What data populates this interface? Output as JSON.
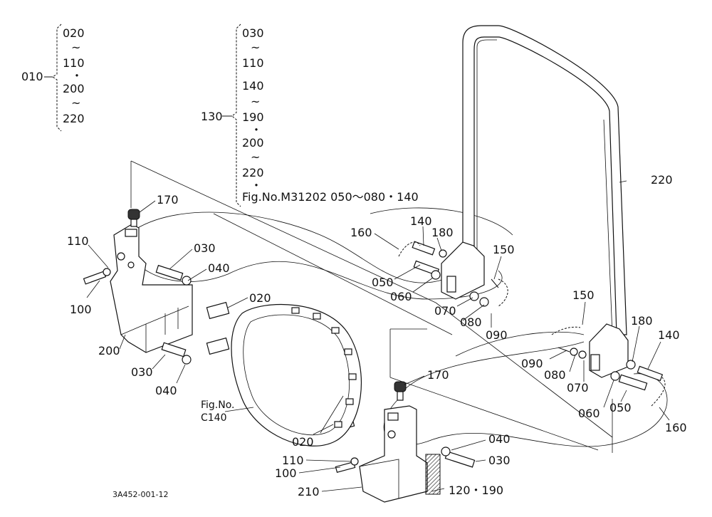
{
  "diagram": {
    "group_010": {
      "label": "010",
      "items": [
        "020",
        "~",
        "110",
        "・",
        "200",
        "~",
        "220"
      ]
    },
    "group_130": {
      "label": "130",
      "items": [
        "030",
        "~",
        "110",
        "140",
        "~",
        "190",
        "・",
        "200",
        "~",
        "220",
        "・"
      ],
      "ref": "Fig.No.M31202  050～080・140"
    },
    "fig_ref": {
      "line1": "Fig.No.",
      "line2": "C140"
    },
    "drawing_code": "3A452-001-12",
    "callouts": {
      "c170_top": "170",
      "c110_left": "110",
      "c030_left_top": "030",
      "c040_left_top": "040",
      "c100_left": "100",
      "c020_top": "020",
      "c200": "200",
      "c030_left_bot": "030",
      "c040_left_bot": "040",
      "c160_top": "160",
      "c140_top": "140",
      "c180_top": "180",
      "c150_top": "150",
      "c050_top": "050",
      "c060_top": "060",
      "c070_top": "070",
      "c080_top": "080",
      "c090_top": "090",
      "c220": "220",
      "c150_right": "150",
      "c180_right": "180",
      "c140_right": "140",
      "c090_right": "090",
      "c080_right": "080",
      "c070_right": "070",
      "c060_right": "060",
      "c050_right": "050",
      "c160_right": "160",
      "c170_bot": "170",
      "c020_bot": "020",
      "c040_bot": "040",
      "c110_bot": "110",
      "c100_bot": "100",
      "c030_bot": "030",
      "c210": "210",
      "c120_190": "120・190"
    }
  }
}
